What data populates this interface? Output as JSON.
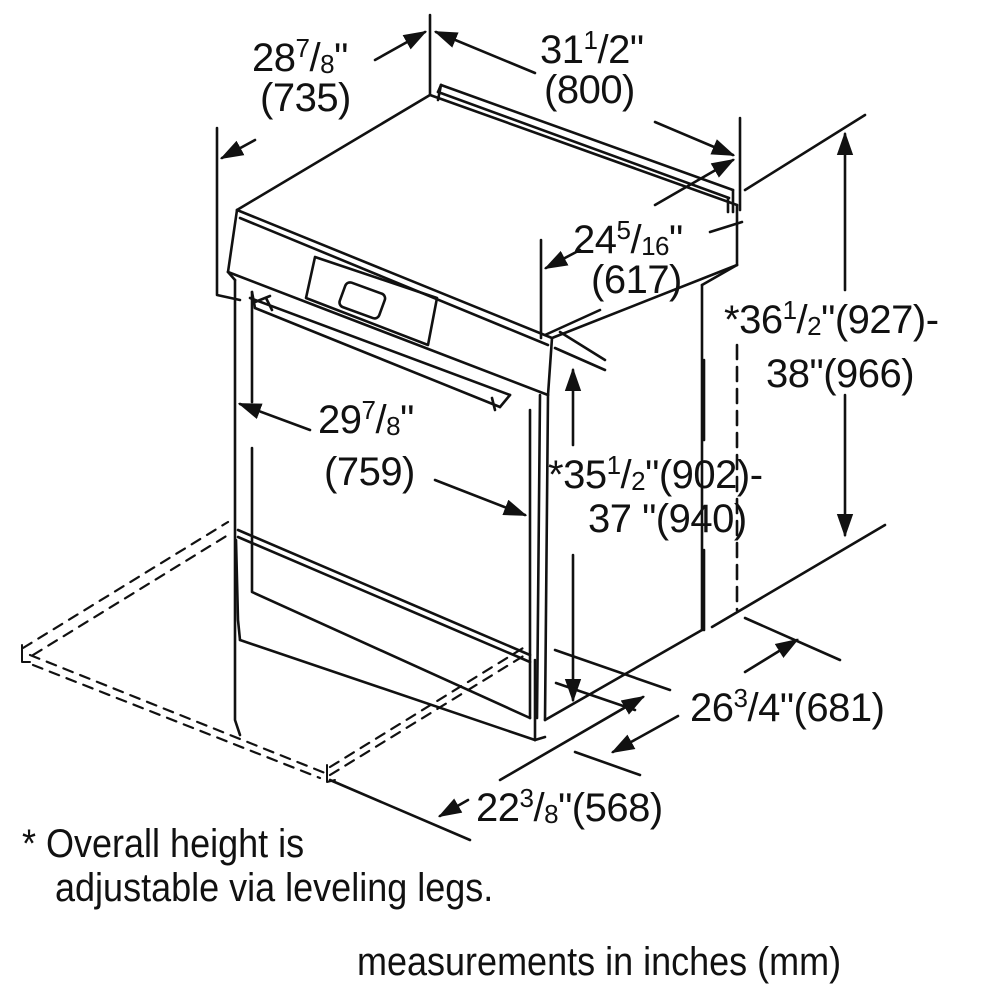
{
  "diagram": {
    "subject": "Freestanding range dimensional drawing",
    "stroke_color": "#111111",
    "background_color": "#ffffff"
  },
  "dimensions": {
    "overall_depth": {
      "whole": "28",
      "num": "7",
      "den": "8",
      "unit": "\"",
      "mm": "(735)"
    },
    "overall_width": {
      "whole": "31",
      "num": "1",
      "den": "2",
      "unit": "\"",
      "mm": "(800)"
    },
    "body_depth": {
      "whole": "24",
      "num": "5",
      "den": "16",
      "unit": "\"",
      "mm": "(617)"
    },
    "overall_height": {
      "prefix": "*",
      "whole": "36",
      "num": "1",
      "den": "2",
      "unit": "\"",
      "mm": "(927)-",
      "line2": "38\"(966)"
    },
    "door_width": {
      "whole": "29",
      "num": "7",
      "den": "8",
      "unit": "\"",
      "mm": "(759)"
    },
    "cooktop_height": {
      "prefix": "*",
      "whole": "35",
      "num": "1",
      "den": "2",
      "unit": "\"",
      "mm": "(902)-",
      "line2": "37 \"(940)"
    },
    "door_open_depth": {
      "whole": "26",
      "num": "3",
      "den": "4",
      "unit": "\"",
      "mm": "(681)"
    },
    "cutout_depth": {
      "whole": "22",
      "num": "3",
      "den": "8",
      "unit": "\"",
      "mm": "(568)"
    }
  },
  "notes": {
    "footnote_line1": "* Overall height is",
    "footnote_line2": "adjustable via leveling legs.",
    "units": "measurements in inches (mm)"
  }
}
